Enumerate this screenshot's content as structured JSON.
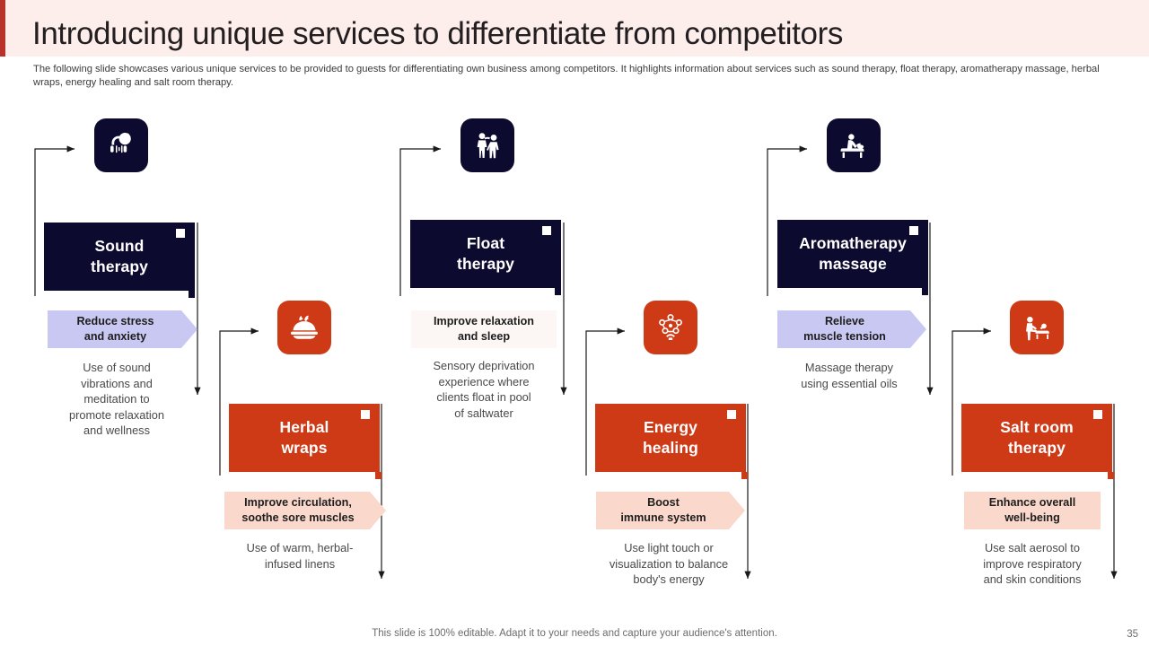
{
  "header": {
    "title": "Introducing unique services to differentiate from competitors",
    "subtitle": "The following slide showcases various unique services to be provided to guests for differentiating own business among competitors. It highlights information about services such as sound therapy, float therapy, aromatherapy massage, herbal wraps, energy healing and salt room therapy.",
    "accent_color": "#b8312a",
    "band_color": "#fdeeeb"
  },
  "footer": {
    "note": "This slide is 100% editable. Adapt it to your needs and capture your audience's attention.",
    "page_number": "35"
  },
  "palette": {
    "navy": "#0c0a2e",
    "red": "#cf3a16",
    "lavender": "#c9c8f2",
    "peach": "#fbd8cc",
    "plain": "#fcf6f4"
  },
  "services": [
    {
      "id": "sound-therapy",
      "title": "Sound\ntherapy",
      "icon_name": "headphones-lotus-icon",
      "theme": "navy",
      "ribbon_theme": "lavender",
      "ribbon_pointed": true,
      "benefit": "Reduce stress\nand anxiety",
      "description": "Use of sound\nvibrations and\nmeditation to\npromote relaxation\nand wellness"
    },
    {
      "id": "herbal-wraps",
      "title": "Herbal\nwraps",
      "icon_name": "herbal-bowl-icon",
      "theme": "red",
      "ribbon_theme": "peach",
      "ribbon_pointed": true,
      "benefit": "Improve circulation,\nsoothe sore muscles",
      "description": "Use of warm, herbal-\ninfused linens"
    },
    {
      "id": "float-therapy",
      "title": "Float\ntherapy",
      "icon_name": "two-people-icon",
      "theme": "navy",
      "ribbon_theme": "plain",
      "ribbon_pointed": false,
      "benefit": "Improve relaxation\nand sleep",
      "description": "Sensory deprivation\nexperience where\nclients float in pool\nof saltwater"
    },
    {
      "id": "energy-healing",
      "title": "Energy\nhealing",
      "icon_name": "energy-hands-icon",
      "theme": "red",
      "ribbon_theme": "peach",
      "ribbon_pointed": true,
      "benefit": "Boost\nimmune system",
      "description": "Use light touch or\nvisualization to balance\nbody's energy"
    },
    {
      "id": "aromatherapy-massage",
      "title": "Aromatherapy\nmassage",
      "icon_name": "massage-table-icon",
      "theme": "navy",
      "ribbon_theme": "lavender",
      "ribbon_pointed": true,
      "benefit": "Relieve\nmuscle tension",
      "description": "Massage therapy\nusing essential oils"
    },
    {
      "id": "salt-room-therapy",
      "title": "Salt room\ntherapy",
      "icon_name": "salt-room-massage-icon",
      "theme": "red",
      "ribbon_theme": "peach",
      "ribbon_pointed": false,
      "benefit": "Enhance overall\nwell-being",
      "description": "Use salt aerosol to\nimprove respiratory\nand skin conditions"
    }
  ]
}
